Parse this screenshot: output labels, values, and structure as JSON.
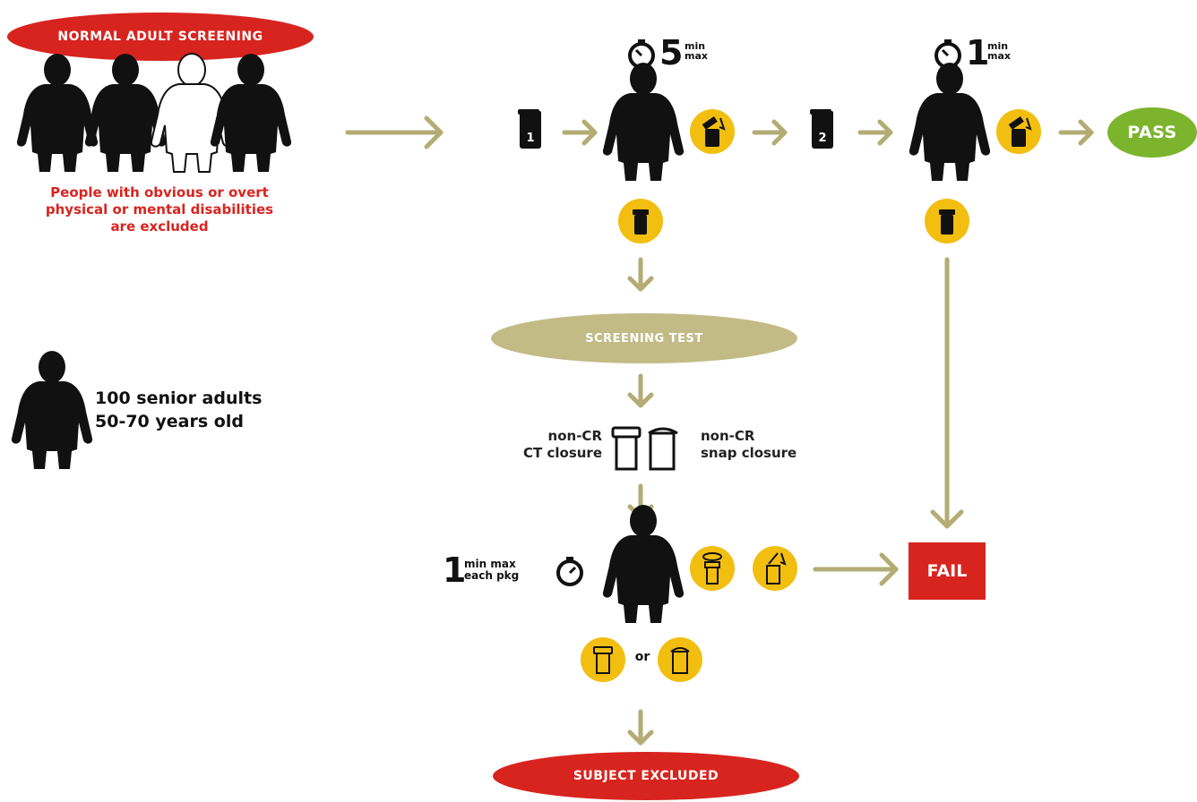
{
  "labels": {
    "normal_adult_screening": "NORMAL ADULT SCREENING",
    "exclusion_note": [
      "People with obvious or overt",
      "physical or mental disabilities",
      "are excluded"
    ],
    "legend": [
      "100 senior adults",
      "50-70 years old"
    ],
    "timer1_num": "5",
    "timer1_top": "min",
    "timer1_bottom": "max",
    "timer2_num": "1",
    "timer2_top": "min",
    "timer2_bottom": "max",
    "bottle1": "1",
    "bottle2": "2",
    "pass": "PASS",
    "screening_test": "SCREENING TEST",
    "non_cr_ct": [
      "non-CR",
      "CT closure"
    ],
    "non_cr_snap": [
      "non-CR",
      "snap closure"
    ],
    "timer3_num": "1",
    "timer3_top": "min max",
    "timer3_bottom": "each pkg",
    "fail": "FAIL",
    "or": "or",
    "subject_excluded": "SUBJECT EXCLUDED"
  },
  "colors": {
    "red": "#d8241f",
    "olive": "#c2bb86",
    "arrow": "#b3ac74",
    "yellow": "#f2be10",
    "green": "#7cb52d",
    "black": "#111111"
  },
  "icons": [
    "person-icon",
    "bottle-icon",
    "timer-icon",
    "open-bottle-icon",
    "close-bottle-icon",
    "twist-cap-icon",
    "snap-cap-icon"
  ]
}
